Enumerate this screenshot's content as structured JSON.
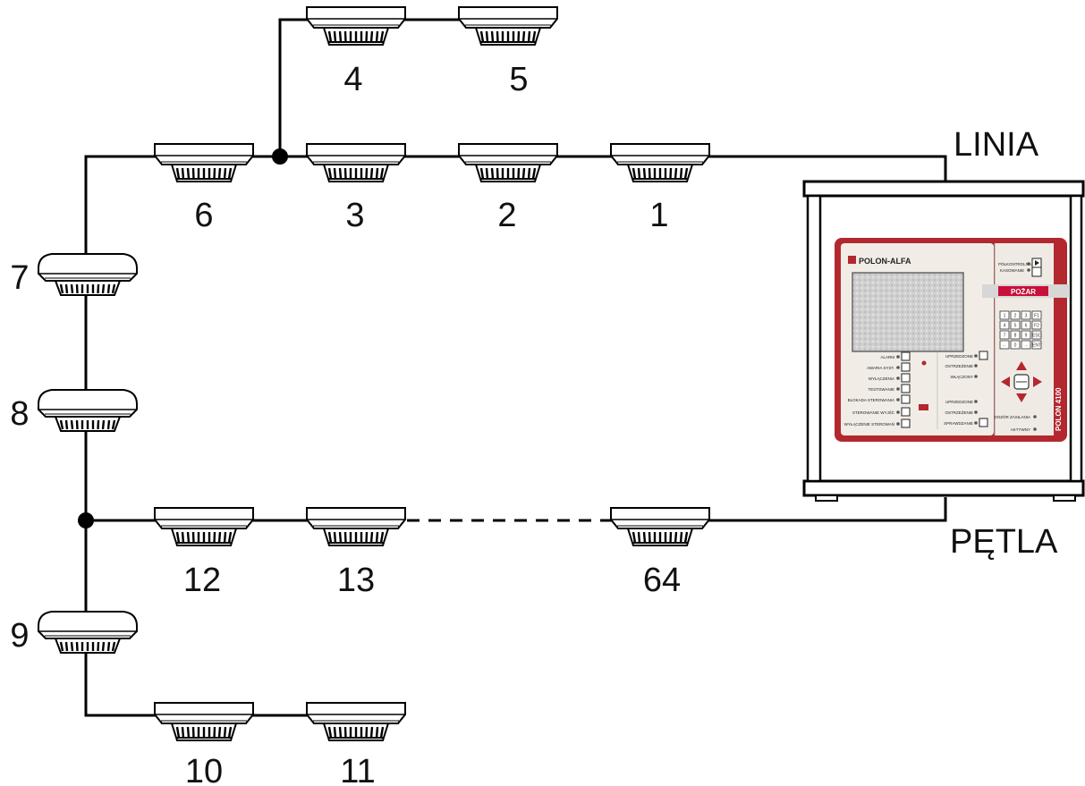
{
  "labels": {
    "linia": "LINIA",
    "petla": "PĘTLA"
  },
  "detectors": [
    {
      "id": "1",
      "label": "1"
    },
    {
      "id": "2",
      "label": "2"
    },
    {
      "id": "3",
      "label": "3"
    },
    {
      "id": "4",
      "label": "4"
    },
    {
      "id": "5",
      "label": "5"
    },
    {
      "id": "6",
      "label": "6"
    },
    {
      "id": "7",
      "label": "7"
    },
    {
      "id": "8",
      "label": "8"
    },
    {
      "id": "9",
      "label": "9"
    },
    {
      "id": "10",
      "label": "10"
    },
    {
      "id": "11",
      "label": "11"
    },
    {
      "id": "12",
      "label": "12"
    },
    {
      "id": "13",
      "label": "13"
    },
    {
      "id": "64",
      "label": "64"
    }
  ],
  "panel": {
    "brand": "POLON-ALFA",
    "model": "POLON 4100",
    "fire": "POŻAR",
    "right_top": [
      "PÓŁKONTROLNA",
      "KASOWANIE"
    ],
    "left_leds": [
      "ALARM",
      "AWARIA SYST.",
      "WYŁĄCZENIA",
      "TESTOWANIE",
      "BLOKADA STEROWANIA",
      "STEROWANIE WYJŚĆ",
      "WYŁĄCZENIE STEROWAŃ"
    ],
    "mid_leds": [
      "UPRZEDZONE",
      "OSTRZEŻENIE",
      "WŁĄCZONY",
      "UPRZEDZONE",
      "OSTRZEŻENIE",
      "SPRAWDZANIE"
    ],
    "bottom_right": [
      "DOZÓR ZASILANIA",
      "AKTYWNY"
    ],
    "keypad": [
      "1",
      "2",
      "3",
      "F1",
      "4",
      "5",
      "6",
      "F2",
      "7",
      "8",
      "9",
      "ESC",
      "←",
      "0",
      "→",
      "ENT"
    ]
  },
  "colors": {
    "line": "#000000",
    "panel_red": "#b3282f",
    "fire_red": "#c8103a",
    "screen": "#d8d8d8"
  }
}
